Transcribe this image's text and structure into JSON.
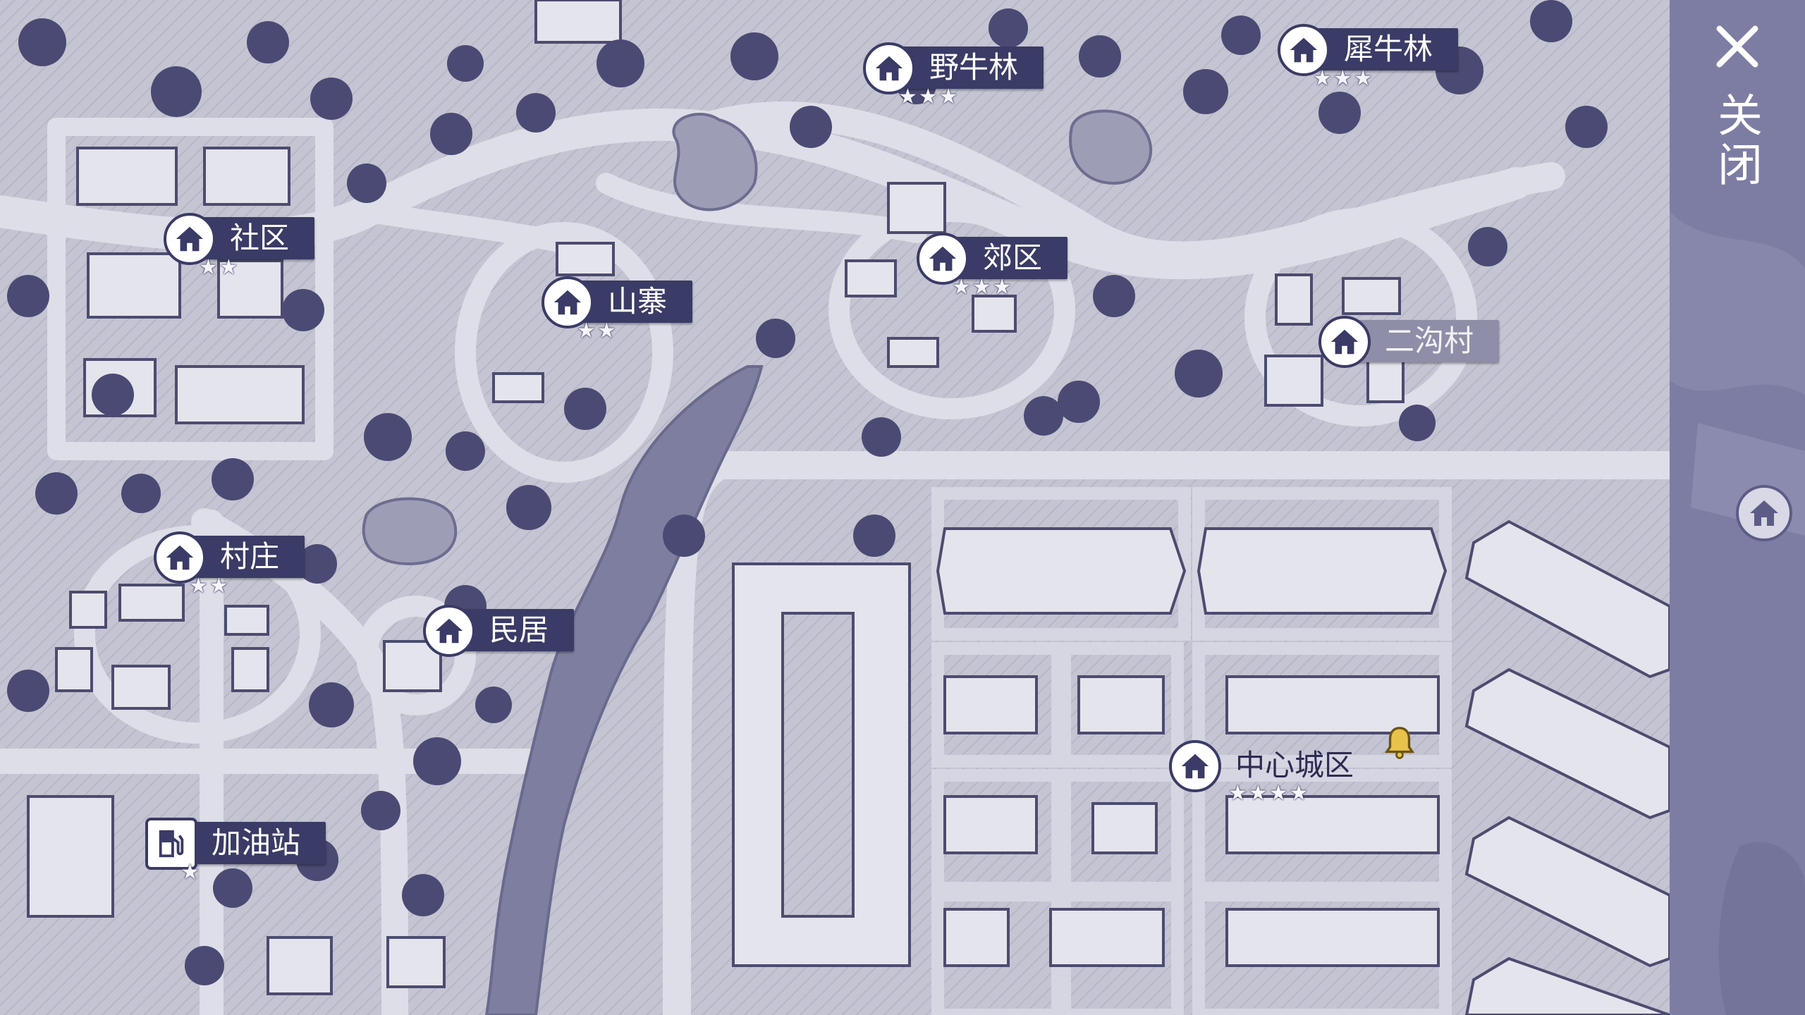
{
  "map": {
    "locations": [
      {
        "id": "yeniu",
        "name": "野牛林",
        "stars": "★★★",
        "icon": "house-icon",
        "locked": false
      },
      {
        "id": "xiniu",
        "name": "犀牛林",
        "stars": "★★★",
        "icon": "house-icon",
        "locked": false
      },
      {
        "id": "shequ",
        "name": "社区",
        "stars": "★★",
        "icon": "house-icon",
        "locked": false
      },
      {
        "id": "shanzhai",
        "name": "山寨",
        "stars": "★★",
        "icon": "house-icon",
        "locked": false
      },
      {
        "id": "jiaoqu",
        "name": "郊区",
        "stars": "★★★",
        "icon": "house-icon",
        "locked": false
      },
      {
        "id": "ergoucun",
        "name": "二沟村",
        "stars": "",
        "icon": "house-icon",
        "locked": true
      },
      {
        "id": "cunzhuang",
        "name": "村庄",
        "stars": "★★",
        "icon": "house-icon",
        "locked": false
      },
      {
        "id": "minju",
        "name": "民居",
        "stars": "",
        "icon": "house-icon",
        "locked": false
      },
      {
        "id": "zhongxin",
        "name": "中心城区",
        "stars": "★★★★",
        "icon": "house-icon",
        "locked": false
      },
      {
        "id": "jiayouzhan",
        "name": "加油站",
        "stars": "★",
        "icon": "fuel-pump-icon",
        "locked": false
      }
    ],
    "bell_icon": "bell-icon"
  },
  "sidebar": {
    "close_label": "关闭",
    "close_icon": "close-icon",
    "home_icon": "house-icon"
  },
  "colors": {
    "plate_dark": "#3a3b66",
    "plate_light": "#8e8ea8",
    "sidebar": "#7d7da4",
    "map_bg": "#c9c9d6"
  }
}
